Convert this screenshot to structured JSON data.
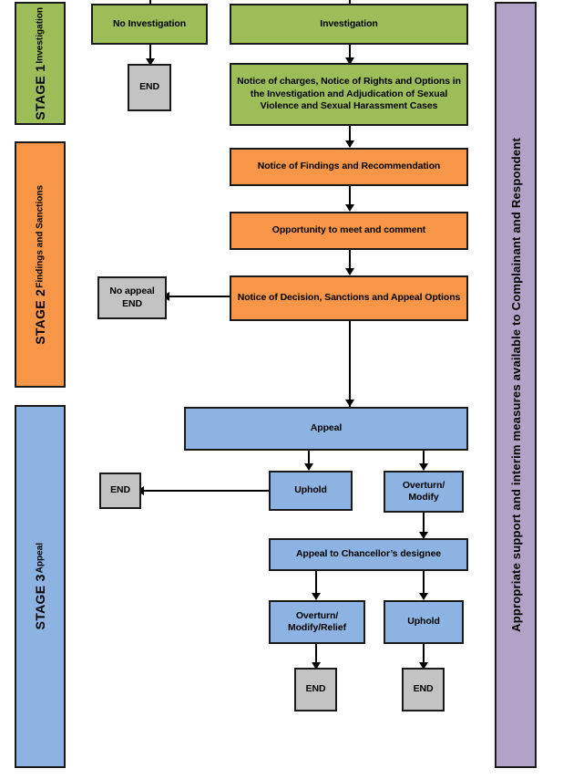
{
  "diagram": {
    "title": "Sexual Violence and Sexual Harassment Investigation and Adjudication Process Flowchart",
    "colors": {
      "stage1_green": "#9CBD58",
      "stage2_orange": "#F79646",
      "stage3_blue": "#8DB3E2",
      "end_gray": "#C3C3C3",
      "support_purple": "#B3A2C7",
      "outline_black": "#1A1A1A"
    }
  },
  "stages": [
    {
      "id": "stage1",
      "title": "STAGE 1",
      "subtitle": "Investigation",
      "color": "green"
    },
    {
      "id": "stage2",
      "title": "STAGE 2",
      "subtitle": "Findings and Sanctions",
      "color": "orange"
    },
    {
      "id": "stage3",
      "title": "STAGE 3",
      "subtitle": "Appeal",
      "color": "blue"
    }
  ],
  "support_band": {
    "label": "Appropriate support and interim measures available to Complainant and Respondent",
    "color": "purple"
  },
  "nodes": {
    "no_investigation": {
      "label": "No Investigation",
      "color": "green"
    },
    "end_no_investigation": {
      "label": "END",
      "color": "gray"
    },
    "investigation": {
      "label": "Investigation",
      "color": "green"
    },
    "notice_of_charges": {
      "label": "Notice of charges, Notice of Rights and Options in the Investigation and Adjudication of Sexual Violence and Sexual Harassment Cases",
      "color": "green"
    },
    "notice_findings": {
      "label": "Notice of Findings and Recommendation",
      "color": "orange"
    },
    "opportunity_meet": {
      "label": "Opportunity to meet and comment",
      "color": "orange"
    },
    "notice_decision": {
      "label": "Notice of Decision, Sanctions and Appeal Options",
      "color": "orange"
    },
    "no_appeal_end": {
      "label": "No appeal\nEND",
      "line1": "No appeal",
      "line2": "END",
      "color": "gray"
    },
    "appeal": {
      "label": "Appeal",
      "color": "blue"
    },
    "uphold_1": {
      "label": "Uphold",
      "color": "blue"
    },
    "end_uphold_1": {
      "label": "END",
      "color": "gray"
    },
    "overturn_modify": {
      "label": "Overturn/ Modify",
      "line1": "Overturn/",
      "line2": "Modify",
      "color": "blue"
    },
    "appeal_chancellor": {
      "label": "Appeal to Chancellor’s designee",
      "color": "blue"
    },
    "overturn_modify_relief": {
      "label": "Overturn/ Modify/Relief",
      "line1": "Overturn/",
      "line2": "Modify/Relief",
      "color": "blue"
    },
    "uphold_2": {
      "label": "Uphold",
      "color": "blue"
    },
    "end_overturn_relief": {
      "label": "END",
      "color": "gray"
    },
    "end_uphold_2": {
      "label": "END",
      "color": "gray"
    }
  }
}
